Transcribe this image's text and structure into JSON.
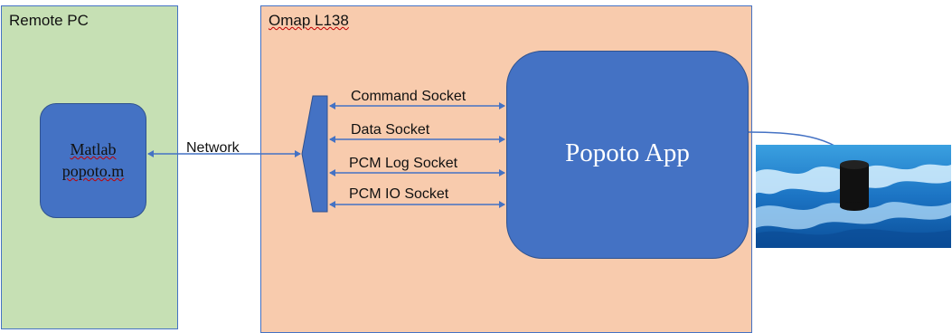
{
  "regions": {
    "remote_pc": {
      "title": "Remote PC"
    },
    "omap": {
      "title": "Omap L138"
    }
  },
  "matlab": {
    "line1": "Matlab",
    "line2": "popoto.m"
  },
  "network_label": "Network",
  "sockets": [
    "Command Socket",
    "Data Socket",
    "PCM Log Socket",
    "PCM IO Socket"
  ],
  "app": {
    "label": "Popoto App"
  },
  "colors": {
    "remote_bg": "#c6e0b4",
    "omap_bg": "#f8cbad",
    "box_fill": "#4472c4",
    "water": "#2f8fd6"
  }
}
